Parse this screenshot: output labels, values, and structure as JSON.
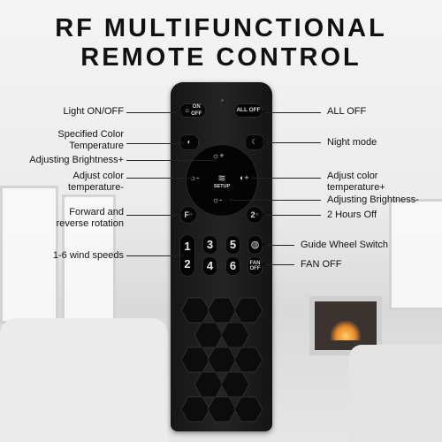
{
  "title": {
    "line1": "RF MULTIFUNCTIONAL",
    "line2": "REMOTE CONTROL"
  },
  "remote": {
    "buttons": {
      "light_on_off": "ON OFF",
      "all_off": "ALL OFF",
      "setup": "SETUP",
      "forward_reverse": "F",
      "two_hours": "2",
      "fan_off": "FAN OFF",
      "nums_left": [
        "1",
        "2"
      ],
      "nums_mid": [
        "3",
        "4"
      ],
      "nums_right": [
        "5",
        "6"
      ]
    }
  },
  "labels": {
    "left": [
      "Light ON/OFF",
      "Specified Color",
      "Temperature",
      "Adjusting Brightness+",
      "Adjust color",
      "temperature-",
      "Forward and",
      "reverse rotation",
      "1-6 wind speeds"
    ],
    "right": [
      "ALL OFF",
      "Night mode",
      "Adjust color",
      "temperature+",
      "Adjusting Brightness-",
      "2 Hours Off",
      "Guide Wheel Switch",
      "FAN OFF"
    ]
  }
}
